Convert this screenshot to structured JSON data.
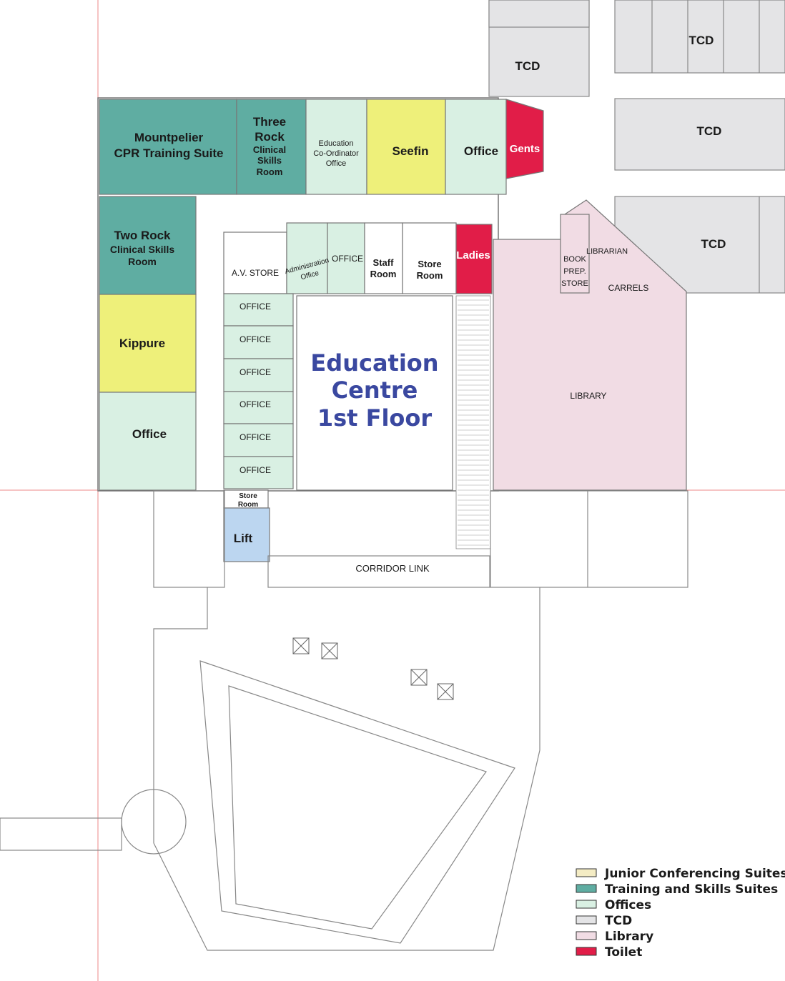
{
  "title": [
    "Education",
    "Centre",
    "1st Floor"
  ],
  "colors": {
    "junior": "#f4ecc4",
    "training": "#5fada2",
    "offices": "#d9f0e3",
    "tcd": "#e4e4e6",
    "library": "#f1dce4",
    "toilet": "#e11d48",
    "yellow": "#eef07a",
    "lift": "#bcd6f0",
    "title": "#3a48a0"
  },
  "rooms": {
    "mountpelier": [
      "Mountpelier",
      "CPR Training Suite"
    ],
    "three_rock": [
      "Three",
      "Rock",
      "Clinical",
      "Skills",
      "Room"
    ],
    "edu_coord": [
      "Education",
      "Co-Ordinator",
      "Office"
    ],
    "seefin": "Seefin",
    "office_top": "Office",
    "gents": "Gents",
    "two_rock": [
      "Two Rock",
      "Clinical Skills",
      "Room"
    ],
    "av_store": "A.V. STORE",
    "admin_office": [
      "Administration",
      "Office"
    ],
    "office_small": "OFFICE",
    "staff_room": [
      "Staff",
      "Room"
    ],
    "store_room": [
      "Store",
      "Room"
    ],
    "ladies": "Ladies",
    "kippure": "Kippure",
    "office_left": "Office",
    "offices_col": [
      "OFFICE",
      "OFFICE",
      "OFFICE",
      "OFFICE",
      "OFFICE",
      "OFFICE"
    ],
    "store_room_small": [
      "Store",
      "Room"
    ],
    "lift": "Lift",
    "corridor_link": "CORRIDOR LINK",
    "library": "LIBRARY",
    "librarian": "LIBRARIAN",
    "book_prep": [
      "BOOK",
      "PREP.",
      "STORE"
    ],
    "carrels": "CARRELS",
    "tcd": [
      "TCD",
      "TCD",
      "TCD",
      "TCD"
    ]
  },
  "legend": [
    {
      "label": "Junior Conferencing Suites",
      "color": "#f4ecc4"
    },
    {
      "label": "Training and Skills Suites",
      "color": "#5fada2"
    },
    {
      "label": "Offices",
      "color": "#d9f0e3"
    },
    {
      "label": "TCD",
      "color": "#e4e4e6"
    },
    {
      "label": "Library",
      "color": "#f1dce4"
    },
    {
      "label": "Toilet",
      "color": "#e11d48"
    }
  ]
}
